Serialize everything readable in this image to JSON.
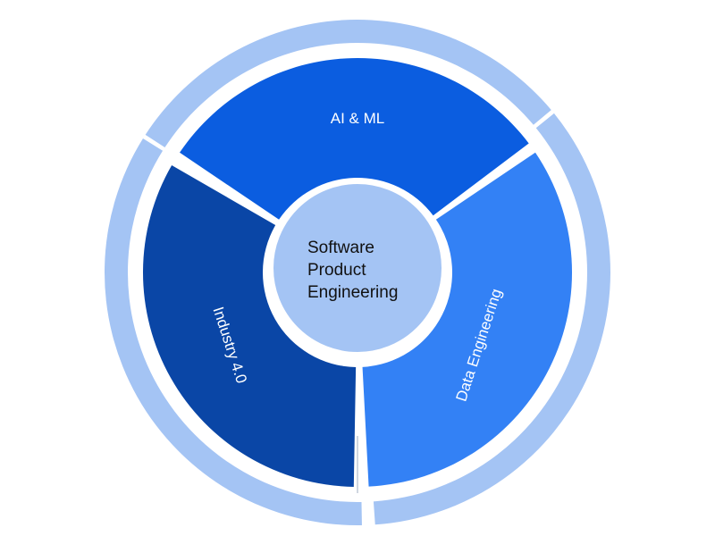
{
  "diagram": {
    "center": {
      "lines": [
        "Software",
        "Product",
        "Engineering"
      ]
    },
    "segments": [
      {
        "id": "ai-ml",
        "label": "AI & ML"
      },
      {
        "id": "data-engineering",
        "label": "Data Engineering"
      },
      {
        "id": "industry-4-0",
        "label": "Industry 4.0"
      }
    ],
    "colors": {
      "outer_ring": "#a4c4f4",
      "ai_ml": "#0b5de0",
      "data_engineering": "#3381f5",
      "industry": "#0a46a6",
      "center": "#a4c4f4",
      "gap": "#ffffff"
    }
  }
}
